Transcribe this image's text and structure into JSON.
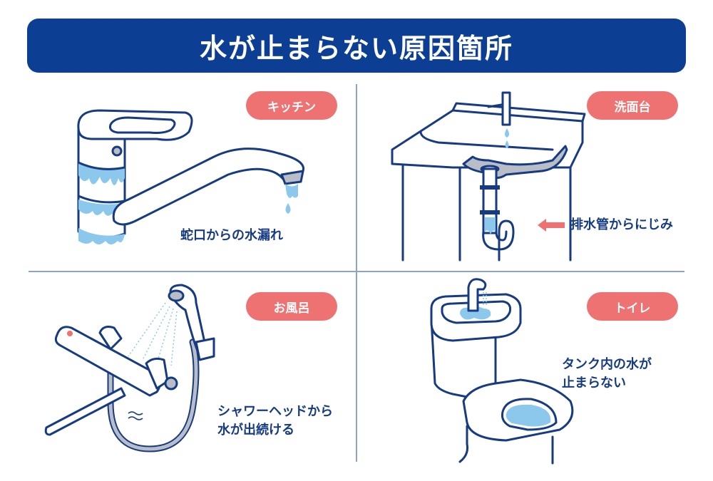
{
  "header": {
    "title": "水が止まらない原因箇所"
  },
  "colors": {
    "banner": "#0c3f93",
    "tag": "#ef7272",
    "text": "#163b82",
    "water": "#8cc8ec",
    "divider": "#8ea3cc"
  },
  "panels": [
    {
      "id": "kitchen",
      "tag": "キッチン",
      "caption_lines": [
        "蛇口からの水漏れ"
      ],
      "icon": "kitchen-faucet-icon"
    },
    {
      "id": "washbasin",
      "tag": "洗面台",
      "caption_lines": [
        "排水管からにじみ"
      ],
      "icon": "washbasin-icon",
      "pointer": "arrow-left-icon"
    },
    {
      "id": "bath",
      "tag": "お風呂",
      "caption_lines": [
        "シャワーヘッドから",
        "水が出続ける"
      ],
      "icon": "shower-faucet-icon"
    },
    {
      "id": "toilet",
      "tag": "トイレ",
      "caption_lines": [
        "タンク内の水が",
        "止まらない"
      ],
      "icon": "toilet-icon"
    }
  ]
}
